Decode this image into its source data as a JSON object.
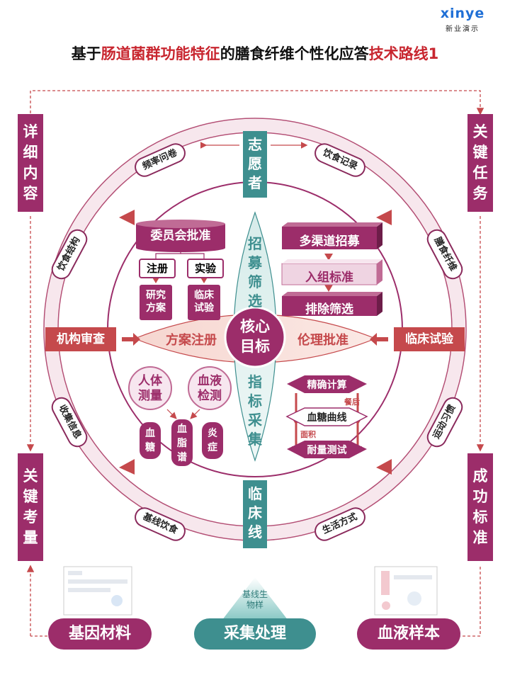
{
  "brand": {
    "logo_text": "xinye",
    "logo_sub": "新业演示"
  },
  "title": {
    "prefix": "基于",
    "hl1": "肠道菌群功能特征",
    "middle": "的膳食纤维个性化应答",
    "hl2": "技术路线1"
  },
  "side_tabs": {
    "left_top": "详细内容",
    "right_top": "关键任务",
    "left_bottom": "关键考量",
    "right_bottom": "成功标准"
  },
  "axis_labels": {
    "top": "志愿者",
    "upper_center": "招募筛选",
    "lower_center": "指标采集",
    "bottom": "临床线"
  },
  "side_boxes": {
    "left": "机构审查",
    "right": "临床试验"
  },
  "ring_pills": [
    "频率问卷",
    "饮食记录",
    "饮食结构",
    "膳食纤维",
    "收集信息",
    "运动习惯",
    "基线饮食",
    "生活方式"
  ],
  "center": {
    "line1": "核心",
    "line2": "目标"
  },
  "lens": {
    "left": "方案注册",
    "right": "伦理批准"
  },
  "q_top_left": {
    "header": "委员会批准",
    "left": "注册",
    "right": "实验",
    "left_sub": "研究方案",
    "right_sub": "临床试验"
  },
  "q_top_right": {
    "items": [
      "多渠道招募",
      "入组标准",
      "排除筛选"
    ]
  },
  "q_bottom_left": {
    "circles": [
      "人体测量",
      "血液检测"
    ],
    "items": [
      "血糖",
      "血脂谱",
      "炎症"
    ]
  },
  "q_bottom_right": {
    "items": [
      "精确计算",
      "血糖曲线",
      "耐量测试"
    ],
    "note1": "餐后",
    "note2": "面积"
  },
  "bottom": {
    "left": "基因材料",
    "center": "采集处理",
    "right": "血液样本",
    "triangle_text": "基线生物样"
  },
  "colors": {
    "primary": "#9c2d6a",
    "red": "#c5494c",
    "teal": "#3e8f8f"
  }
}
